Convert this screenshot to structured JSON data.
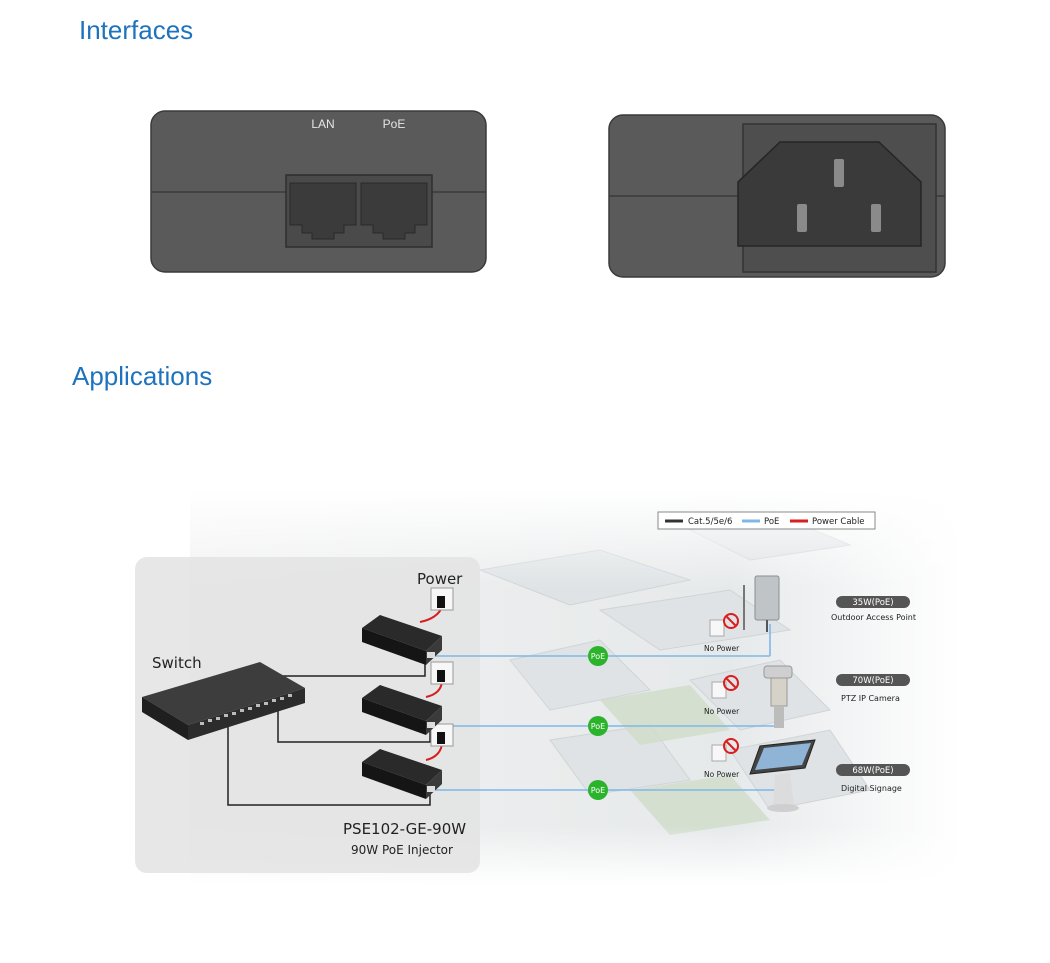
{
  "sections": {
    "interfaces_title": "Interfaces",
    "applications_title": "Applications"
  },
  "interfaces": {
    "port_labels": [
      "LAN",
      "PoE"
    ]
  },
  "diagram": {
    "legend": {
      "items": [
        {
          "label": "Cat.5/5e/6",
          "color": "#333333"
        },
        {
          "label": "PoE",
          "color": "#7fb8e6"
        },
        {
          "label": "Power Cable",
          "color": "#d81e1e"
        }
      ]
    },
    "power_label": "Power",
    "switch_label": "Switch",
    "product_model": "PSE102-GE-90W",
    "product_desc": "90W PoE Injector",
    "poe_badge": "PoE",
    "no_power_label": "No Power",
    "devices": [
      {
        "power": "35W(PoE)",
        "name": "Outdoor Access Point"
      },
      {
        "power": "70W(PoE)",
        "name": "PTZ IP Camera"
      },
      {
        "power": "68W(PoE)",
        "name": "Digital Signage"
      }
    ],
    "colors": {
      "accent_blue": "#1e73be",
      "poe_green": "#2bb32b",
      "badge_dark": "#555555",
      "no_power_red": "#d81e1e"
    }
  }
}
